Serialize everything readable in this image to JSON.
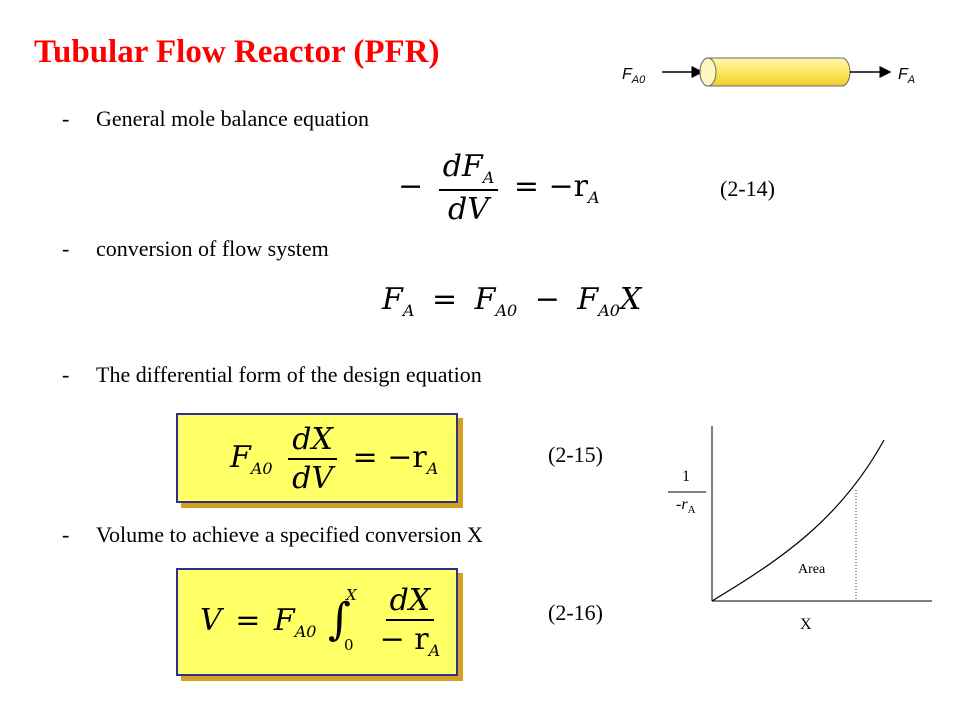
{
  "slide": {
    "title": "Tubular Flow Reactor (PFR)"
  },
  "reactor": {
    "inlet": "F",
    "inlet_sub": "A0",
    "outlet": "F",
    "outlet_sub": "A",
    "body_color": "#fff07a"
  },
  "bullets": [
    {
      "dash": "-",
      "text": "General mole balance equation"
    },
    {
      "dash": "-",
      "text": "conversion of flow system"
    },
    {
      "dash": "-",
      "text": "The differential form of the design equation"
    },
    {
      "dash": "-",
      "text": "Volume to achieve a specified conversion X"
    }
  ],
  "equations": {
    "eq1": {
      "minus": "−",
      "num": "dF",
      "num_sub": "A",
      "den": "dV",
      "rhs": "= −r",
      "rhs_sub": "A",
      "number": "(2-14)"
    },
    "eq2": {
      "lhs": "F",
      "lhs_sub": "A",
      "eq": "=",
      "t1": "F",
      "t1_sub": "A0",
      "minus": "−",
      "t2": "F",
      "t2_sub": "A0",
      "t2_tail": "X"
    },
    "eq3": {
      "coef": "F",
      "coef_sub": "A0",
      "num": "dX",
      "den": "dV",
      "rhs": "= −r",
      "rhs_sub": "A",
      "number": "(2-15)"
    },
    "eq4": {
      "lhs": "V",
      "eq": "=",
      "coef": "F",
      "coef_sub": "A0",
      "integral": "∫",
      "upper": "X",
      "lower": "0",
      "num": "dX",
      "den": "− r",
      "den_sub": "A",
      "number": "(2-16)"
    }
  },
  "plot": {
    "ylabel_num": "1",
    "ylabel_den": "-r",
    "ylabel_den_sub": "A",
    "xlabel": "X",
    "area_label": "Area"
  },
  "colors": {
    "title": "#ff0000",
    "box_fill": "#ffff66",
    "box_border": "#2f2f8f",
    "box_shadow": "#d4a020"
  }
}
